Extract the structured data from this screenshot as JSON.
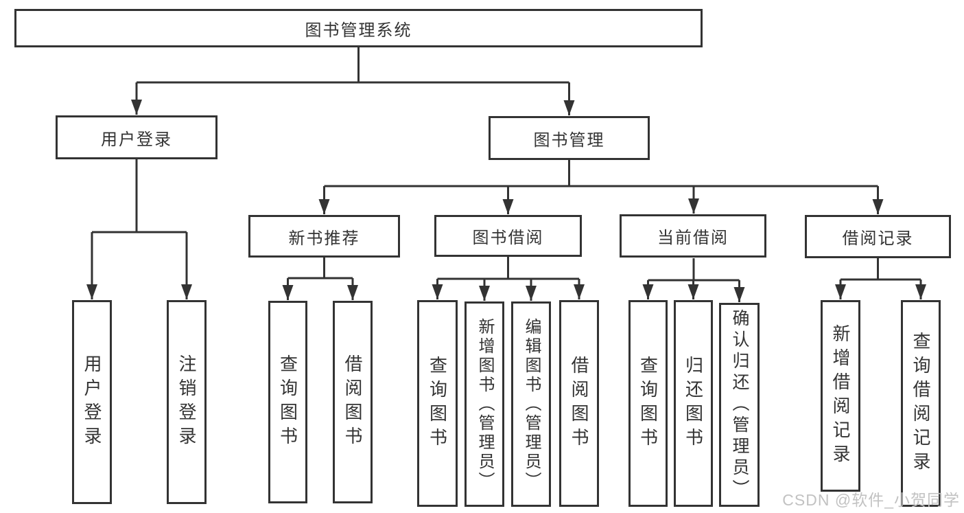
{
  "tree": {
    "root": "图书管理系统",
    "branches": [
      {
        "label": "用户登录",
        "children": [
          "用户登录",
          "注销登录"
        ]
      },
      {
        "label": "图书管理",
        "sections": [
          {
            "label": "新书推荐",
            "children": [
              "查询图书",
              "借阅图书"
            ]
          },
          {
            "label": "图书借阅",
            "children": [
              "查询图书",
              "新增图书（管理员）",
              "编辑图书（管理员）",
              "借阅图书"
            ]
          },
          {
            "label": "当前借阅",
            "children": [
              "查询图书",
              "归还图书",
              "确认归还（管理员）"
            ]
          },
          {
            "label": "借阅记录",
            "children": [
              "新增借阅记录",
              "查询借阅记录"
            ]
          }
        ]
      }
    ]
  },
  "watermark": "CSDN @软件_小贺同学",
  "colors": {
    "line": "#333333",
    "box_border": "#333333",
    "text": "#333333",
    "watermark": "#c2c2c2",
    "background": "#ffffff"
  }
}
